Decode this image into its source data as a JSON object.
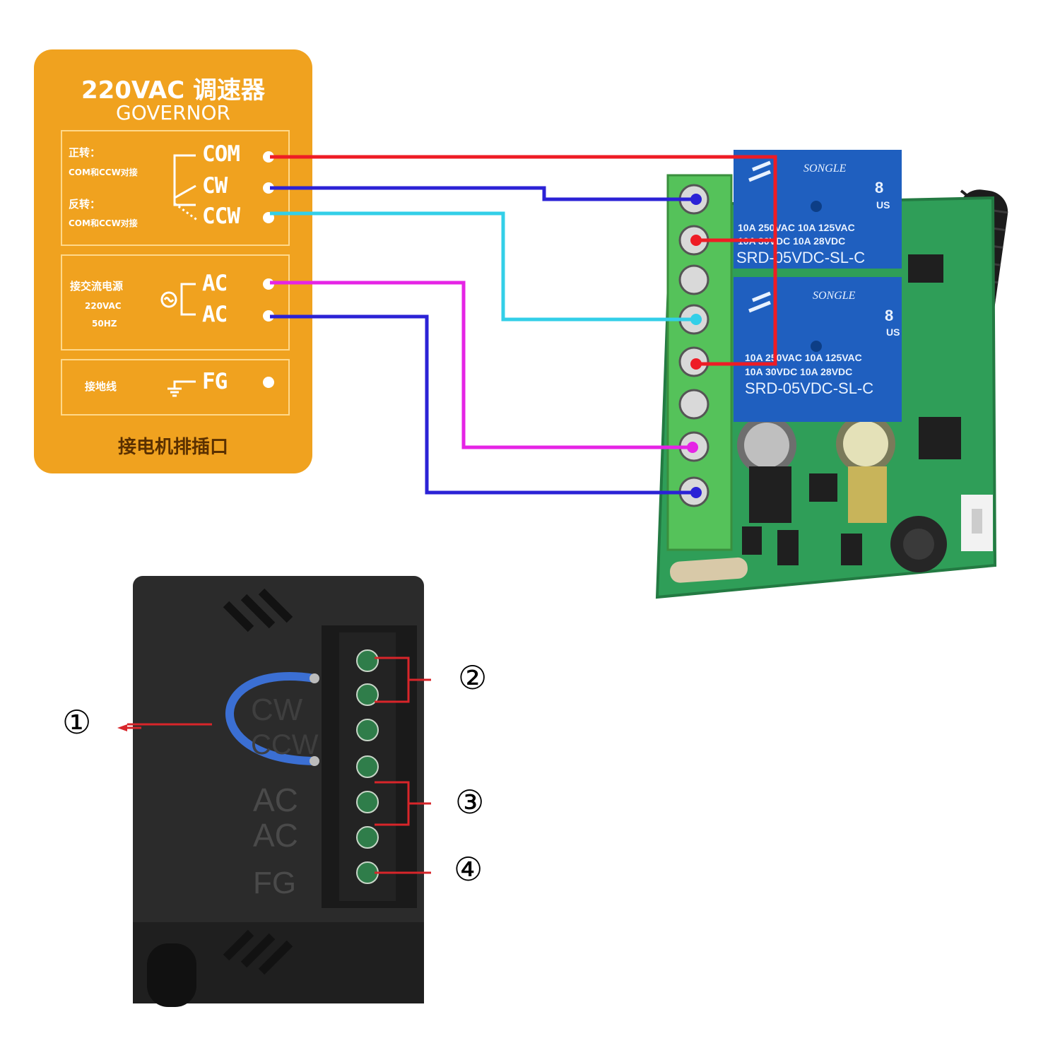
{
  "governor": {
    "title": "220VAC 调速器",
    "subtitle": "GOVERNOR",
    "fwd_label": "正转：",
    "fwd_note": "COM和CCW对接",
    "rev_label": "反转：",
    "rev_note": "COM和CCW对接",
    "ac_label": "接交流电源",
    "ac_voltage": "220VAC",
    "ac_freq": "50HZ",
    "ground_label": "接地线",
    "footer": "接电机排插口",
    "terminals": [
      "COM",
      "CW",
      "CCW",
      "AC",
      "AC",
      "FG"
    ]
  },
  "relay": {
    "brand": "SONGLE",
    "ratings_1": "10A 250VAC  10A 125VAC",
    "ratings_2": "10A 30VDC  10A 28VDC",
    "model": "SRD-05VDC-SL-C",
    "pin_count": "8",
    "us_mark": "US"
  },
  "socket": {
    "labels": [
      "CW",
      "CCW",
      "AC",
      "AC",
      "FG"
    ],
    "callouts": [
      "①",
      "②",
      "③",
      "④"
    ]
  },
  "colors": {
    "card": "#f0a21f",
    "wire_com": "#ee1c25",
    "wire_cw": "#2b22d6",
    "wire_ccw": "#33cfe8",
    "wire_ac": "#e524e5",
    "pcb": "#2f9e58",
    "relay": "#1f5fbf",
    "terminal_block": "#55c25a"
  }
}
